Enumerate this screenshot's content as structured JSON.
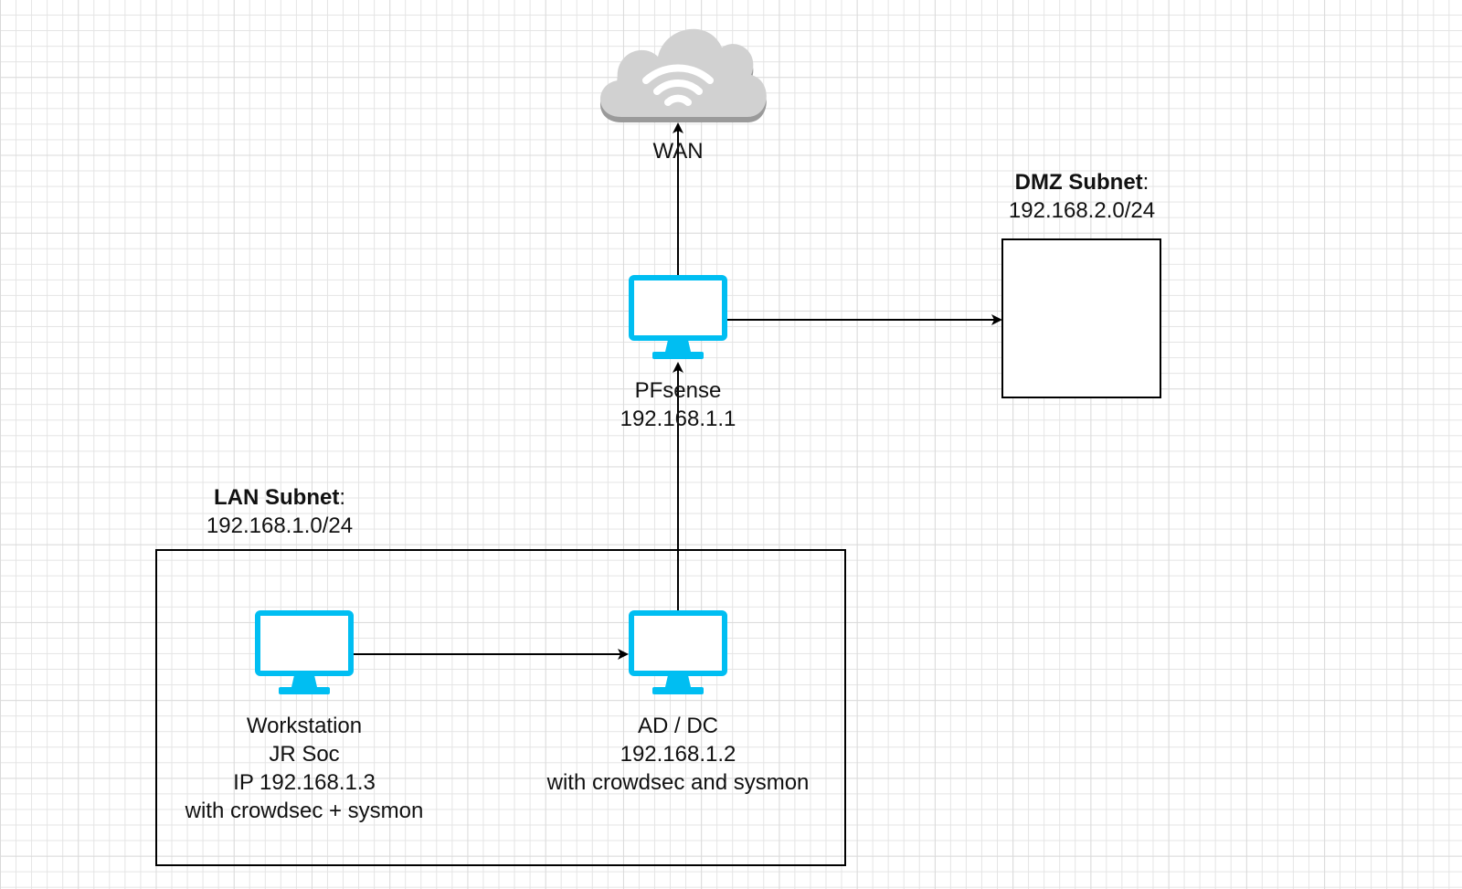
{
  "colors": {
    "device": "#00bef2",
    "cloud": "#cfcfcf",
    "cloud_shadow": "#9a9a9a",
    "line": "#000000",
    "grid": "#e4e4e4"
  },
  "wan": {
    "icon": "wifi-cloud-icon",
    "label": "WAN"
  },
  "pfsense": {
    "icon": "monitor-icon",
    "name": "PFsense",
    "ip": "192.168.1.1"
  },
  "dmz": {
    "title": "DMZ Subnet",
    "title_suffix": ":",
    "cidr": "192.168.2.0/24"
  },
  "lan": {
    "title": "LAN Subnet",
    "title_suffix": ":",
    "cidr": "192.168.1.0/24"
  },
  "workstation": {
    "icon": "monitor-icon",
    "lines": [
      "Workstation",
      "JR Soc",
      "IP 192.168.1.3",
      "with crowdsec + sysmon"
    ]
  },
  "addc": {
    "icon": "monitor-icon",
    "lines": [
      "AD / DC",
      "192.168.1.2",
      "with crowdsec and sysmon"
    ]
  }
}
